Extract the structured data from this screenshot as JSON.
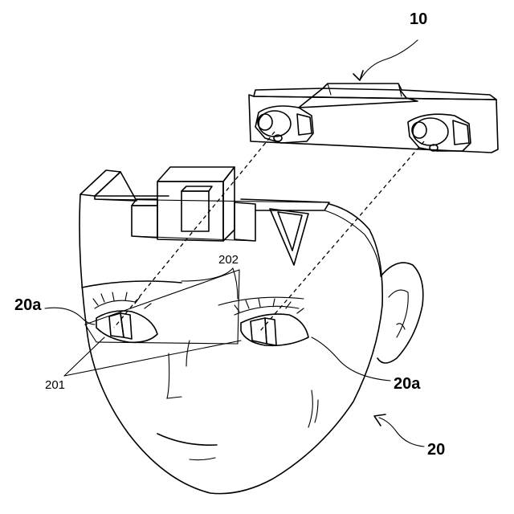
{
  "labels": {
    "device": "10",
    "head": "20",
    "eye_portion_left": "20a",
    "eye_portion_right": "20a",
    "eye_ref_201": "201",
    "eye_ref_202": "202"
  }
}
